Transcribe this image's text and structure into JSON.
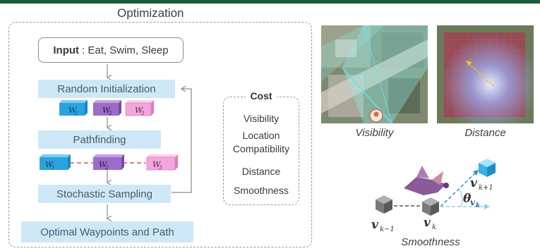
{
  "optimization": {
    "title": "Optimization",
    "input_label": "Input",
    "input_value": ": Eat, Swim, Sleep",
    "steps": {
      "random_init": "Random Initialization",
      "pathfinding": "Pathfinding",
      "stochastic_sampling": "Stochastic Sampling",
      "optimal": "Optimal Waypoints and Path"
    },
    "waypoints": {
      "w1": "W",
      "w2": "W",
      "w3": "W",
      "sub1": "1",
      "sub2": "2",
      "sub3": "3"
    }
  },
  "cost": {
    "title": "Cost",
    "items": [
      "Visibility",
      "Location",
      "Compatibility",
      "Distance",
      "Smoothness"
    ]
  },
  "figures": {
    "visibility_caption": "Visibility",
    "distance_caption": "Distance",
    "smoothness_caption": "Smoothness"
  },
  "smoothness": {
    "v_prev": "v",
    "v_prev_sub": "k−1",
    "v_k": "v",
    "v_k_sub": "k",
    "v_next": "v",
    "v_next_sub": "k+1",
    "theta": "θ",
    "theta_v": "v",
    "theta_sub": "k"
  },
  "colors": {
    "w1": "#29a3e0",
    "w2": "#9d6bc8",
    "w3": "#f3a6dc",
    "step_fill": "#cfe8f8",
    "path_dash": "#e05050",
    "arrow_gray": "#8a8a8a",
    "top_bar": "#1f5a3a"
  }
}
